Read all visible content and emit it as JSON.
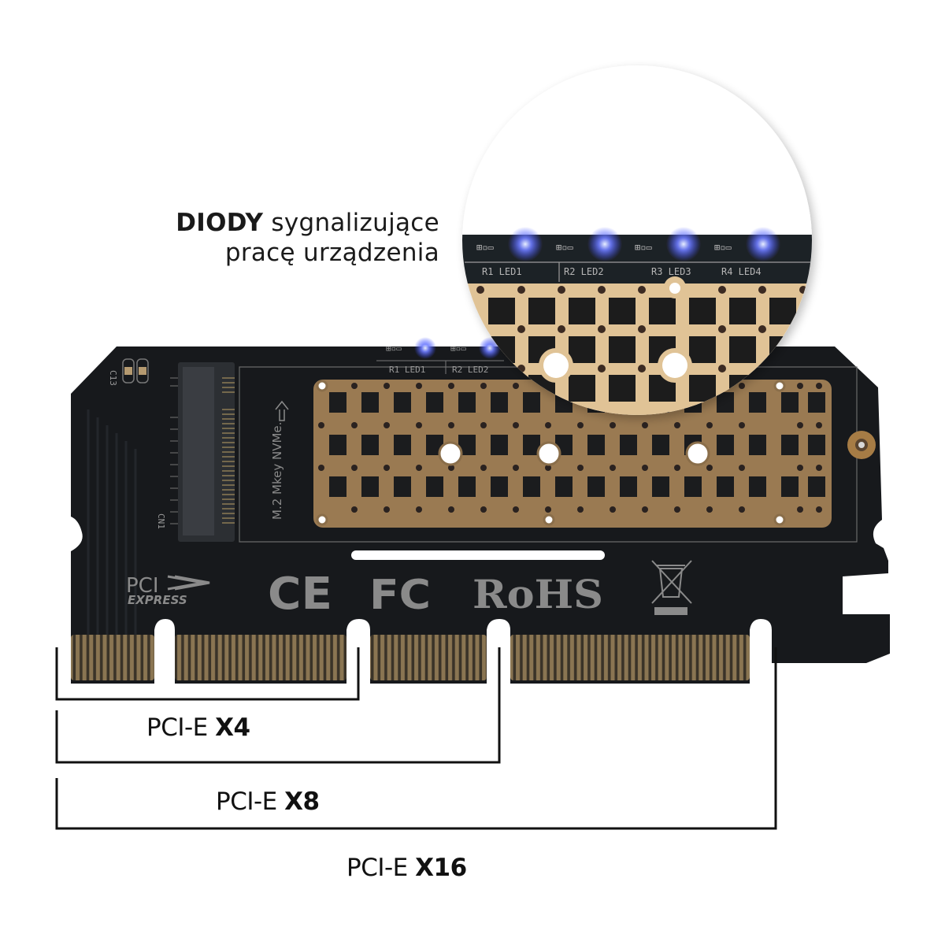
{
  "callout": {
    "led_bold": "DIODY",
    "led_rest": " sygnalizujące",
    "led_line2": "pracę urządzenia"
  },
  "board": {
    "connector_label": "M.2 Mkey NVMe.",
    "component_label": "C13",
    "connector_ref": "CN1",
    "led_labels": [
      "R1 LED1",
      "R2 LED2"
    ],
    "logos": {
      "pci_top": "PCI",
      "pci_bottom": "EXPRESS",
      "ce": "CE",
      "fc": "FC",
      "rohs": "RoHS",
      "weee": "weee-bin-icon"
    },
    "colors": {
      "pcb": "#17191c",
      "copper": "#9a7a52",
      "copper_zoom": "#e2c49a",
      "gold_fingers": "#7d6a4a",
      "led_blue": "#5a6cff",
      "silkscreen": "#8a8a8a"
    }
  },
  "magnifier": {
    "led_labels": [
      "R1 LED1",
      "R2 LED2",
      "R3 LED3",
      "R4 LED4"
    ]
  },
  "brackets": {
    "x4": {
      "prefix": "PCI-E ",
      "bold": "X4"
    },
    "x8": {
      "prefix": "PCI-E ",
      "bold": "X8"
    },
    "x16": {
      "prefix": "PCI-E ",
      "bold": "X16"
    }
  }
}
